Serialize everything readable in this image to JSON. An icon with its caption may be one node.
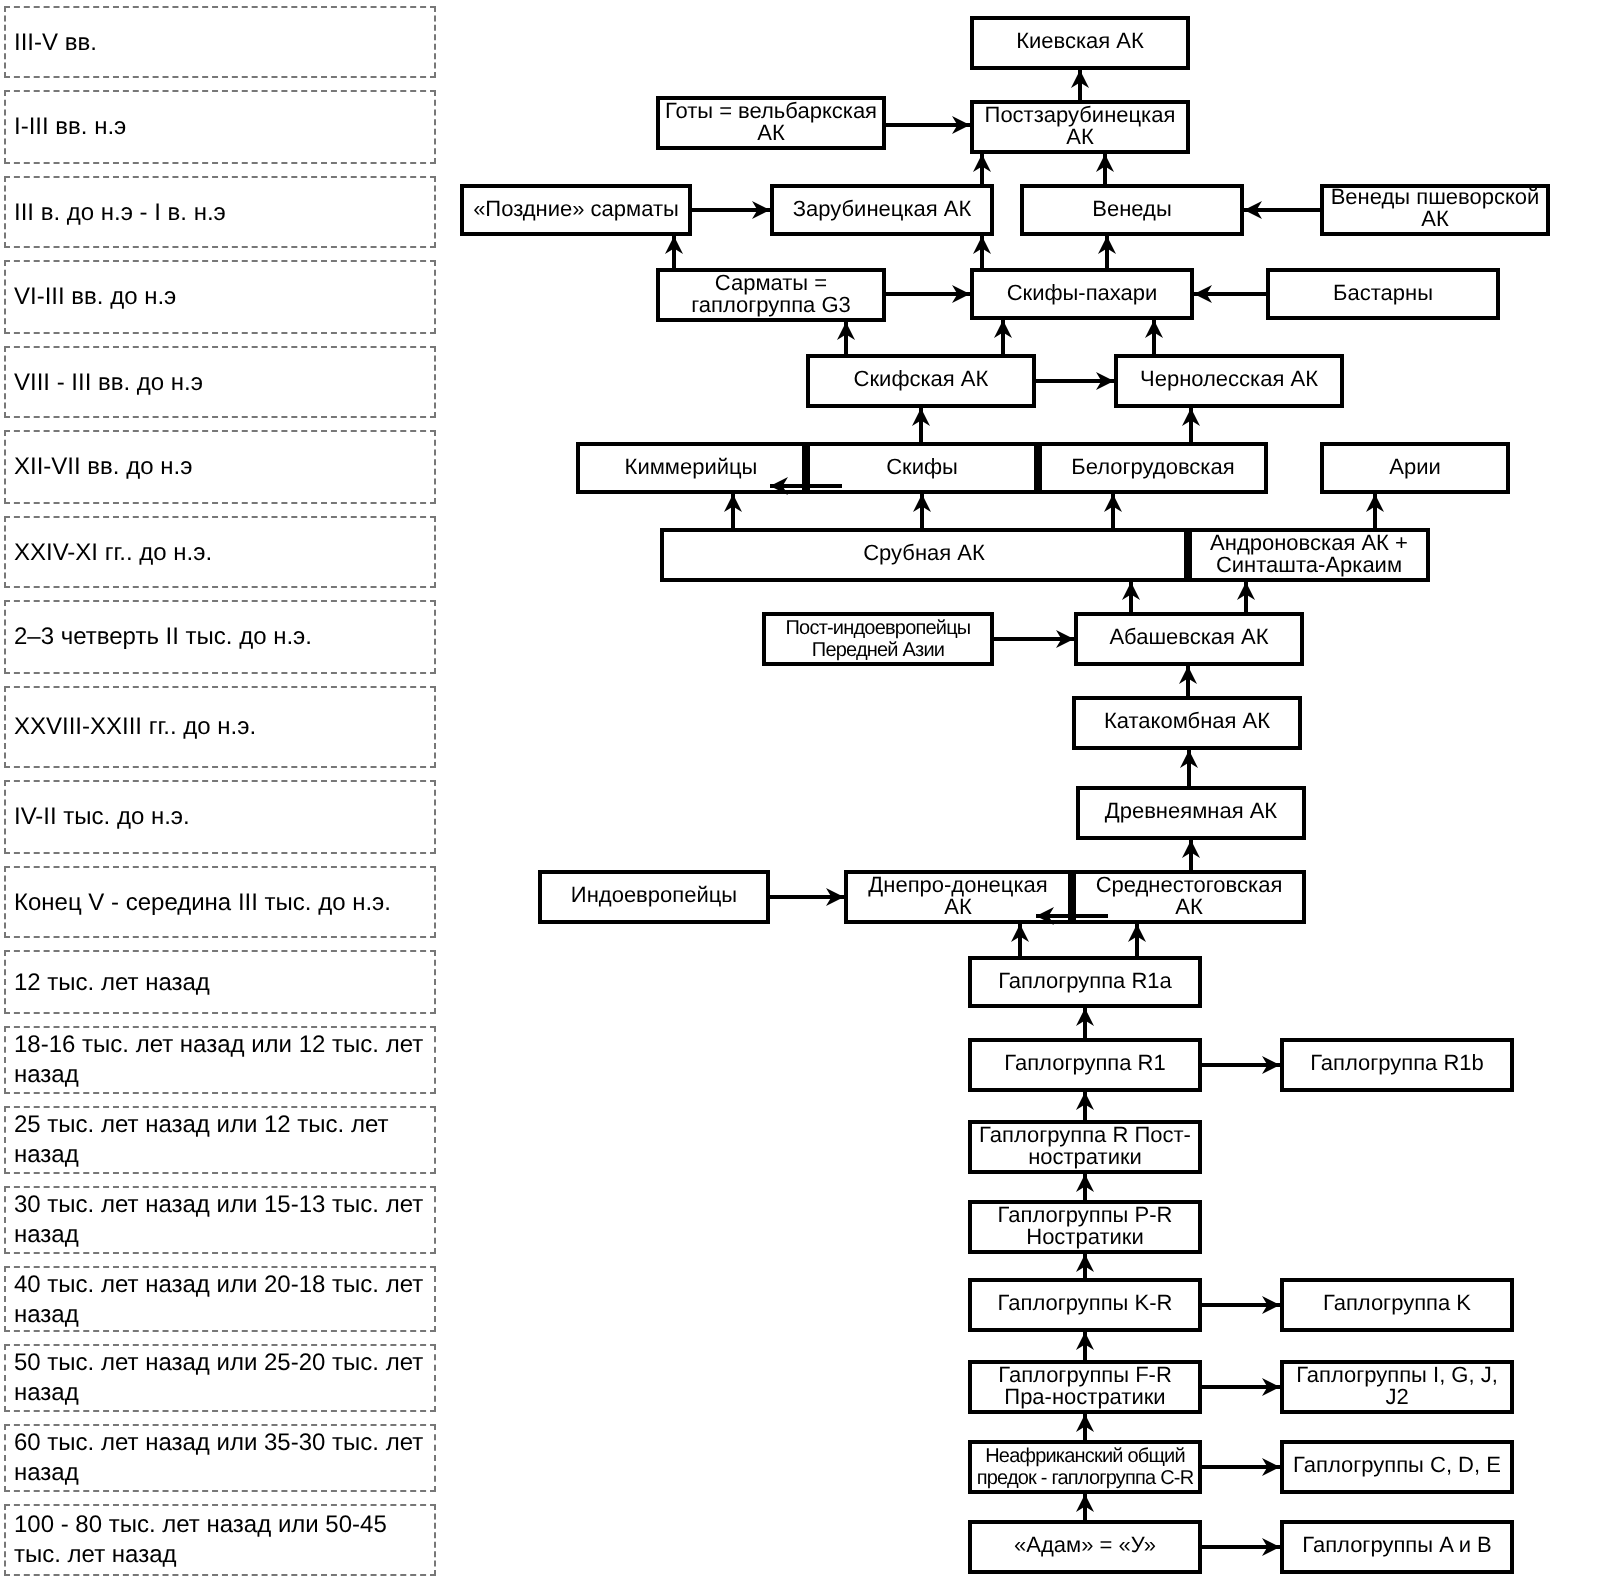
{
  "diagram": {
    "nodes": [
      {
        "text": [
          "III-V вв."
        ]
      },
      {
        "text": [
          "I-III вв. н.э"
        ]
      },
      {
        "text": [
          "III в. до н.э - I в. н.э"
        ]
      },
      {
        "text": [
          "VI-III вв. до н.э"
        ]
      },
      {
        "text": [
          "VIII - III вв. до н.э"
        ]
      },
      {
        "text": [
          "XII-VII вв. до н.э"
        ]
      },
      {
        "text": [
          "XXIV-XI гг.. до н.э."
        ]
      },
      {
        "text": [
          "2–3 четверть II тыс. до н.э."
        ]
      },
      {
        "text": [
          "XXVIII-XXIII гг.. до н.э."
        ]
      },
      {
        "text": [
          "IV-II тыс. до н.э."
        ]
      },
      {
        "text": [
          "Конец V - середина III тыс. до н.э."
        ]
      },
      {
        "text": [
          "12 тыс. лет назад"
        ]
      },
      {
        "text": [
          "18-16 тыс. лет назад или 12 тыс. лет назад"
        ]
      },
      {
        "text": [
          "25 тыс. лет назад или 12 тыс. лет назад"
        ]
      },
      {
        "text": [
          "30 тыс. лет назад или 15-13 тыс. лет назад"
        ]
      },
      {
        "text": [
          "40 тыс. лет назад или 20-18 тыс. лет назад"
        ]
      },
      {
        "text": [
          "50 тыс. лет назад или 25-20 тыс. лет назад"
        ]
      },
      {
        "text": [
          "60 тыс. лет назад или 35-30 тыс. лет назад"
        ]
      },
      {
        "text": [
          "100 - 80 тыс. лет назад или 50-45 тыс. лет назад"
        ]
      },
      {
        "text": [
          "Киевская АК"
        ]
      },
      {
        "text": [
          "Готы = вельбаркская АК"
        ]
      },
      {
        "text": [
          "Постзарубинецкая АК"
        ]
      },
      {
        "text": [
          "«Поздние» сарматы"
        ]
      },
      {
        "text": [
          "Зарубинецкая АК"
        ]
      },
      {
        "text": [
          "Венеды"
        ]
      },
      {
        "text": [
          "Венеды пшеворской АК"
        ]
      },
      {
        "text": [
          "Сарматы = гаплогруппа G3"
        ]
      },
      {
        "text": [
          "Скифы-пахари"
        ]
      },
      {
        "text": [
          "Бастарны"
        ]
      },
      {
        "text": [
          "Скифская АК"
        ]
      },
      {
        "text": [
          "Чернолесская АК"
        ]
      },
      {
        "text": [
          "Киммерийцы"
        ]
      },
      {
        "text": [
          "Скифы"
        ]
      },
      {
        "text": [
          "Белогрудовская"
        ]
      },
      {
        "text": [
          "Арии"
        ]
      },
      {
        "text": [
          "Срубная АК"
        ]
      },
      {
        "text": [
          "Андроновская АК + Синташта-Аркаим"
        ]
      },
      {
        "text": [
          "Пост-индоевропейцы Передней Азии"
        ]
      },
      {
        "text": [
          "Абашевская АК"
        ]
      },
      {
        "text": [
          "Катакомбная АК"
        ]
      },
      {
        "text": [
          "Древнеямная АК"
        ]
      },
      {
        "text": [
          "Индоевропейцы"
        ]
      },
      {
        "text": [
          "Днепро-донецкая АК"
        ]
      },
      {
        "text": [
          "Среднестоговская АК"
        ]
      },
      {
        "text": [
          "Гаплогруппа R1a"
        ]
      },
      {
        "text": [
          "Гаплогруппа R1"
        ]
      },
      {
        "text": [
          "Гаплогруппа R1b"
        ]
      },
      {
        "text": [
          "Гаплогруппа R Пост-ностратики"
        ]
      },
      {
        "text": [
          "Гаплогруппы P-R Ностратики"
        ]
      },
      {
        "text": [
          "Гаплогруппы K-R"
        ]
      },
      {
        "text": [
          "Гаплогруппа K"
        ]
      },
      {
        "text": [
          "Гаплогруппы F-R Пра-ностратики"
        ]
      },
      {
        "text": [
          "Гаплогруппы I, G, J, J2"
        ]
      },
      {
        "text": [
          "Неафриканский общий предок - гаплогруппа C-R"
        ]
      },
      {
        "text": [
          "Гаплогруппы C, D, E"
        ]
      },
      {
        "text": [
          "«Адам» = «У»"
        ]
      },
      {
        "text": [
          "Гаплогруппы A и B"
        ]
      }
    ],
    "edges": [
      {
        "from": 21,
        "to": 19,
        "arrow": "to"
      },
      {
        "from": 20,
        "to": 21,
        "arrow": "to"
      },
      {
        "from": 23,
        "to": 21,
        "arrow": "to"
      },
      {
        "from": 24,
        "to": 21,
        "arrow": "to"
      },
      {
        "from": 22,
        "to": 23,
        "arrow": "to"
      },
      {
        "from": 25,
        "to": 24,
        "arrow": "to"
      },
      {
        "from": 26,
        "to": 22,
        "arrow": "to"
      },
      {
        "from": 26,
        "to": 27,
        "arrow": "to"
      },
      {
        "from": 27,
        "to": 23,
        "arrow": "to"
      },
      {
        "from": 27,
        "to": 24,
        "arrow": "to"
      },
      {
        "from": 28,
        "to": 27,
        "arrow": "to"
      },
      {
        "from": 29,
        "to": 26,
        "arrow": "to"
      },
      {
        "from": 29,
        "to": 27,
        "arrow": "to"
      },
      {
        "from": 30,
        "to": 27,
        "arrow": "to"
      },
      {
        "from": 29,
        "to": 30,
        "arrow": "to"
      },
      {
        "from": 32,
        "to": 29,
        "arrow": "to"
      },
      {
        "from": 33,
        "to": 30,
        "arrow": "to"
      },
      {
        "from": 32,
        "to": 31,
        "arrow": "to"
      },
      {
        "from": 35,
        "to": 31,
        "arrow": "to"
      },
      {
        "from": 35,
        "to": 32,
        "arrow": "to"
      },
      {
        "from": 35,
        "to": 33,
        "arrow": "to"
      },
      {
        "from": 36,
        "to": 34,
        "arrow": "to"
      },
      {
        "from": 38,
        "to": 35,
        "arrow": "to"
      },
      {
        "from": 38,
        "to": 36,
        "arrow": "to"
      },
      {
        "from": 37,
        "to": 38,
        "arrow": "to"
      },
      {
        "from": 39,
        "to": 38,
        "arrow": "to"
      },
      {
        "from": 40,
        "to": 39,
        "arrow": "to"
      },
      {
        "from": 43,
        "to": 40,
        "arrow": "to"
      },
      {
        "from": 41,
        "to": 42,
        "arrow": "to"
      },
      {
        "from": 43,
        "to": 42,
        "arrow": "to"
      },
      {
        "from": 44,
        "to": 42,
        "arrow": "to"
      },
      {
        "from": 44,
        "to": 43,
        "arrow": "to"
      },
      {
        "from": 45,
        "to": 44,
        "arrow": "to"
      },
      {
        "from": 45,
        "to": 46,
        "arrow": "to"
      },
      {
        "from": 47,
        "to": 45,
        "arrow": "to"
      },
      {
        "from": 48,
        "to": 47,
        "arrow": "to"
      },
      {
        "from": 49,
        "to": 48,
        "arrow": "to"
      },
      {
        "from": 49,
        "to": 50,
        "arrow": "to"
      },
      {
        "from": 51,
        "to": 49,
        "arrow": "to"
      },
      {
        "from": 51,
        "to": 52,
        "arrow": "to"
      },
      {
        "from": 53,
        "to": 51,
        "arrow": "to"
      },
      {
        "from": 53,
        "to": 54,
        "arrow": "to"
      },
      {
        "from": 55,
        "to": 53,
        "arrow": "to"
      },
      {
        "from": 55,
        "to": 56,
        "arrow": "to"
      }
    ]
  }
}
